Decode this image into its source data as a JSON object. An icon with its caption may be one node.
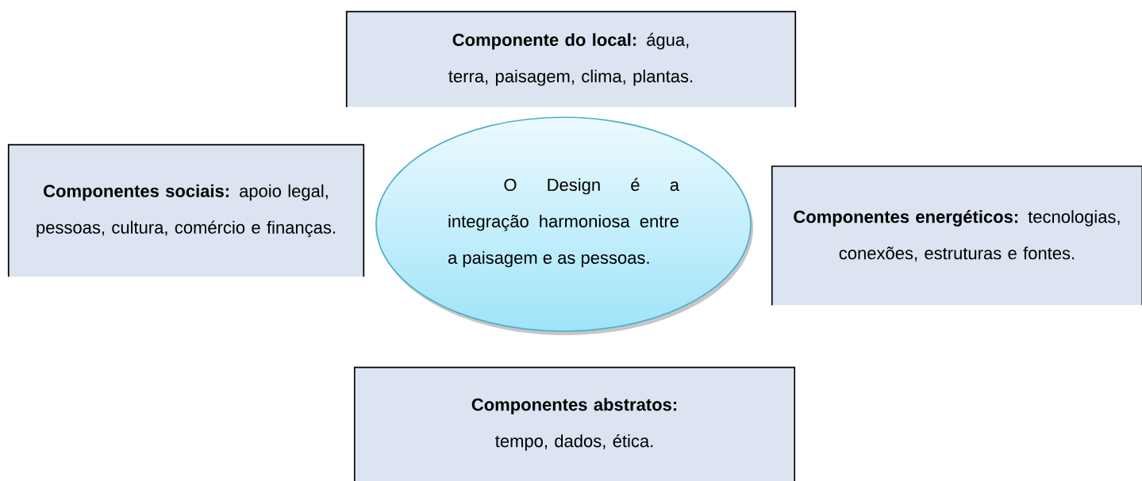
{
  "diagram": {
    "nodes": [
      {
        "text": [
          "**Componente do local:** água, terra, paisagem, clima, plantas."
        ]
      },
      {
        "text": [
          "**Componentes sociais:** apoio legal, pessoas, cultura, comércio e finanças."
        ]
      },
      {
        "text": [
          "O Design é a integração harmoniosa entre a paisagem e as pessoas."
        ]
      },
      {
        "text": [
          "**Componentes energéticos:** tecnologias, conexões, estruturas e fontes."
        ]
      },
      {
        "text": [
          "**Componentes abstratos:** tempo, dados, ética."
        ]
      }
    ]
  }
}
